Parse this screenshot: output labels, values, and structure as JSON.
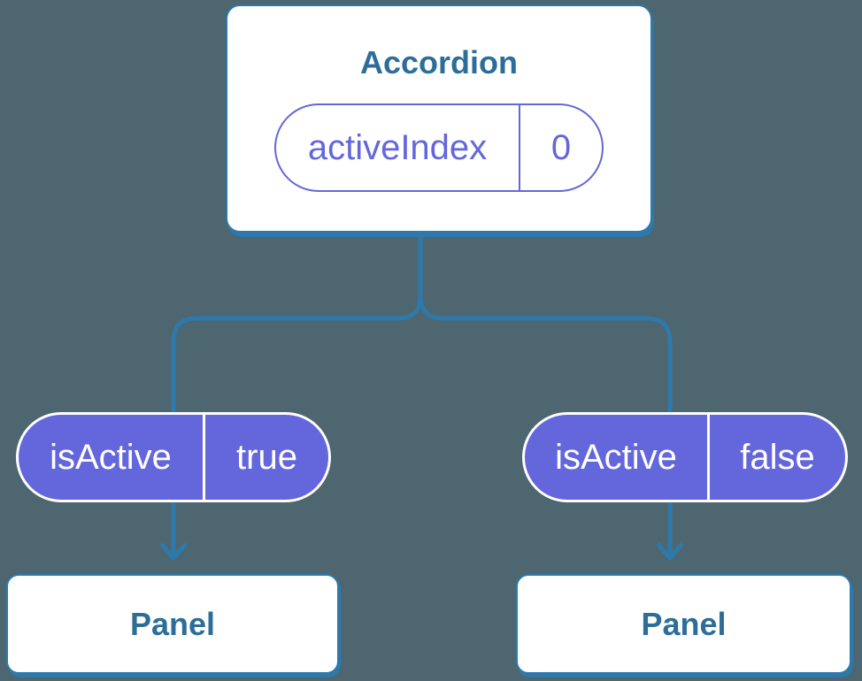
{
  "colors": {
    "background": "#4D6670",
    "connector_stroke": "#2E79AC",
    "node_text": "#2D6E99",
    "purple": "#6467DB",
    "pill_text_on_purple": "#FFFFFF",
    "card_background": "#FFFFFF"
  },
  "root_node": {
    "title": "Accordion",
    "state_name": "activeIndex",
    "state_value": "0"
  },
  "prop_pills": [
    {
      "name": "isActive",
      "value": "true"
    },
    {
      "name": "isActive",
      "value": "false"
    }
  ],
  "panels": [
    {
      "title": "Panel"
    },
    {
      "title": "Panel"
    }
  ]
}
